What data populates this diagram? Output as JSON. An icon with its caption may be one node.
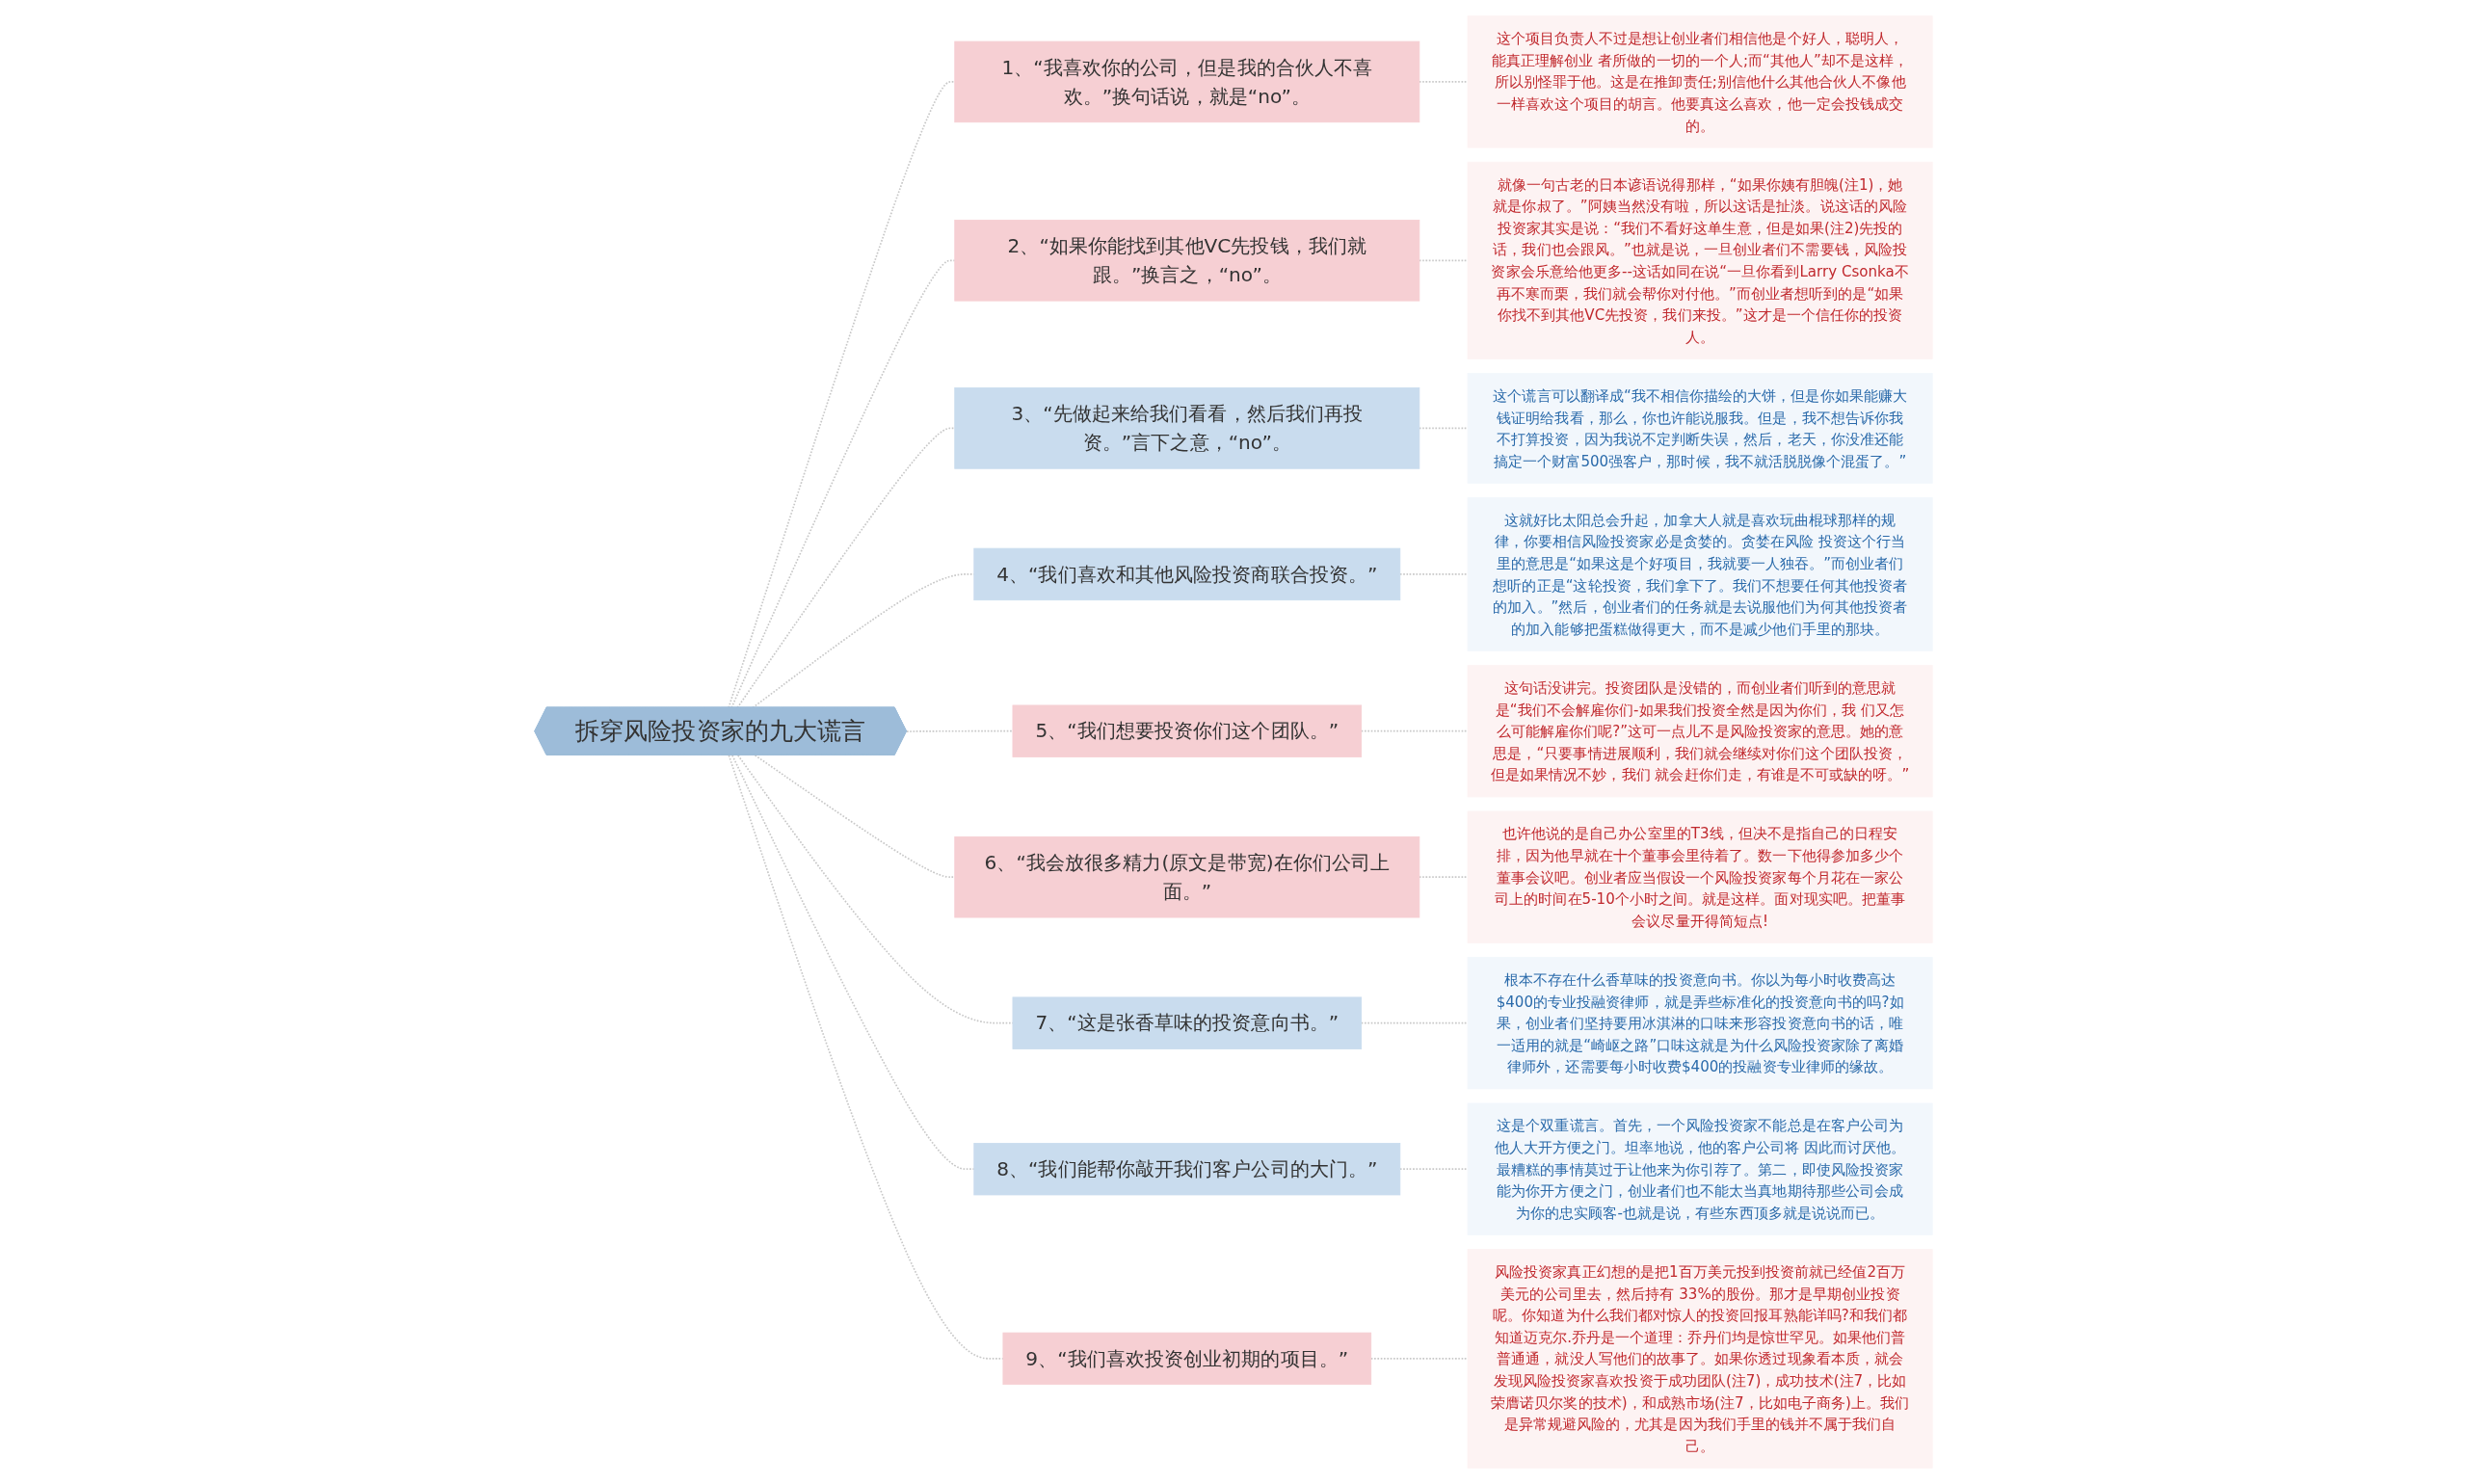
{
  "diagram": {
    "nodes": [
      {
        "text": [
          "拆穿风险投资家的九大谎言"
        ]
      },
      {
        "text": [
          "1、“我喜欢你的公司，但是我的合伙人不喜欢。”换句话说，就是“no”。"
        ]
      },
      {
        "text": [
          "这个项目负责人不过是想让创业者们相信他是个好人，聪明人，能真正理解创业 者所做的一切的一个人;而“其他人”却不是这样，所以别怪罪于他。这是在推卸责任;别信他什么其他合伙人不像他一样喜欢这个项目的胡言。他要真这么喜欢，他一定会投钱成交的。"
        ]
      },
      {
        "text": [
          "2、“如果你能找到其他VC先投钱，我们就跟。”换言之，“no”。"
        ]
      },
      {
        "text": [
          "就像一句古老的日本谚语说得那样，“如果你姨有胆魄(注1)，她就是你叔了。”阿姨当然没有啦，所以这话是扯淡。说这话的风险投资家其实是说：“我们不看好这单生意，但是如果(注2)先投的话，我们也会跟风。”也就是说，一旦创业者们不需要钱，风险投资家会乐意给他更多--这话如同在说“一旦你看到Larry Csonka不再不寒而栗，我们就会帮你对付他。”而创业者想听到的是“如果你找不到其他VC先投资，我们来投。”这才是一个信任你的投资人。"
        ]
      },
      {
        "text": [
          "3、“先做起来给我们看看，然后我们再投资。”言下之意，“no”。"
        ]
      },
      {
        "text": [
          "这个谎言可以翻译成“我不相信你描绘的大饼，但是你如果能赚大钱证明给我看，那么，你也许能说服我。但是，我不想告诉你我不打算投资，因为我说不定判断失误，然后，老天，你没准还能搞定一个财富500强客户，那时候，我不就活脱脱像个混蛋了。”"
        ]
      },
      {
        "text": [
          "4、“我们喜欢和其他风险投资商联合投资。”"
        ]
      },
      {
        "text": [
          "这就好比太阳总会升起，加拿大人就是喜欢玩曲棍球那样的规律，你要相信风险投资家必是贪婪的。贪婪在风险 投资这个行当里的意思是“如果这是个好项目，我就要一人独吞。”而创业者们想听的正是“这轮投资，我们拿下了。我们不想要任何其他投资者的加入。”然后，创业者们的任务就是去说服他们为何其他投资者的加入能够把蛋糕做得更大，而不是减少他们手里的那块。"
        ]
      },
      {
        "text": [
          "5、“我们想要投资你们这个团队。”"
        ]
      },
      {
        "text": [
          "这句话没讲完。投资团队是没错的，而创业者们听到的意思就是“我们不会解雇你们-如果我们投资全然是因为你们，我 们又怎么可能解雇你们呢?”这可一点儿不是风险投资家的意思。她的意思是，“只要事情进展顺利，我们就会继续对你们这个团队投资，但是如果情况不妙，我们 就会赶你们走，有谁是不可或缺的呀。”"
        ]
      },
      {
        "text": [
          "6、“我会放很多精力(原文是带宽)在你们公司上面。”"
        ]
      },
      {
        "text": [
          "也许他说的是自己办公室里的T3线，但决不是指自己的日程安排，因为他早就在十个董事会里待着了。数一下他得参加多少个董事会议吧。创业者应当假设一个风险投资家每个月花在一家公司上的时间在5-10个小时之间。就是这样。面对现实吧。把董事会议尽量开得简短点!"
        ]
      },
      {
        "text": [
          "7、“这是张香草味的投资意向书。”"
        ]
      },
      {
        "text": [
          "根本不存在什么香草味的投资意向书。你以为每小时收费高达$400的专业投融资律师，就是弄些标准化的投资意向书的吗?如果，创业者们坚持要用冰淇淋的口味来形容投资意向书的话，唯一适用的就是“崎岖之路”口味这就是为什么风险投资家除了离婚律师外，还需要每小时收费$400的投融资专业律师的缘故。"
        ]
      },
      {
        "text": [
          "8、“我们能帮你敲开我们客户公司的大门。”"
        ]
      },
      {
        "text": [
          "这是个双重谎言。首先，一个风险投资家不能总是在客户公司为他人大开方便之门。坦率地说，他的客户公司将 因此而讨厌他。最糟糕的事情莫过于让他来为你引荐了。第二，即使风险投资家能为你开方便之门，创业者们也不能太当真地期待那些公司会成为你的忠实顾客-也就是说，有些东西顶多就是说说而已。"
        ]
      },
      {
        "text": [
          "9、“我们喜欢投资创业初期的项目。”"
        ]
      },
      {
        "text": [
          "风险投资家真正幻想的是把1百万美元投到投资前就已经值2百万美元的公司里去，然后持有 33%的股份。那才是早期创业投资呢。你知道为什么我们都对惊人的投资回报耳熟能详吗?和我们都知道迈克尔.乔丹是一个道理：乔丹们均是惊世罕见。如果他们普普通通，就没人写他们的故事了。如果你透过现象看本质，就会发现风险投资家喜欢投资于成功团队(注7)，成功技术(注7，比如荣膺诺贝尔奖的技术)，和成熟市场(注7，比如电子商务)上。我们是异常规避风险的，尤其是因为我们手里的钱并不属于我们自己。"
        ]
      }
    ],
    "edges": [
      {
        "from": 0,
        "to": 1,
        "arrow": "none",
        "style": "dashed"
      },
      {
        "from": 1,
        "to": 2,
        "arrow": "none",
        "style": "dashed"
      },
      {
        "from": 0,
        "to": 3,
        "arrow": "none",
        "style": "dashed"
      },
      {
        "from": 3,
        "to": 4,
        "arrow": "none",
        "style": "dashed"
      },
      {
        "from": 0,
        "to": 5,
        "arrow": "none",
        "style": "dashed"
      },
      {
        "from": 5,
        "to": 6,
        "arrow": "none",
        "style": "dashed"
      },
      {
        "from": 0,
        "to": 7,
        "arrow": "none",
        "style": "dashed"
      },
      {
        "from": 7,
        "to": 8,
        "arrow": "none",
        "style": "dashed"
      },
      {
        "from": 0,
        "to": 9,
        "arrow": "none",
        "style": "dashed"
      },
      {
        "from": 9,
        "to": 10,
        "arrow": "none",
        "style": "dashed"
      },
      {
        "from": 0,
        "to": 11,
        "arrow": "none",
        "style": "dashed"
      },
      {
        "from": 11,
        "to": 12,
        "arrow": "none",
        "style": "dashed"
      },
      {
        "from": 0,
        "to": 13,
        "arrow": "none",
        "style": "dashed"
      },
      {
        "from": 13,
        "to": 14,
        "arrow": "none",
        "style": "dashed"
      },
      {
        "from": 0,
        "to": 15,
        "arrow": "none",
        "style": "dashed"
      },
      {
        "from": 15,
        "to": 16,
        "arrow": "none",
        "style": "dashed"
      },
      {
        "from": 0,
        "to": 17,
        "arrow": "none",
        "style": "dashed"
      },
      {
        "from": 17,
        "to": 18,
        "arrow": "none",
        "style": "dashed"
      }
    ]
  }
}
